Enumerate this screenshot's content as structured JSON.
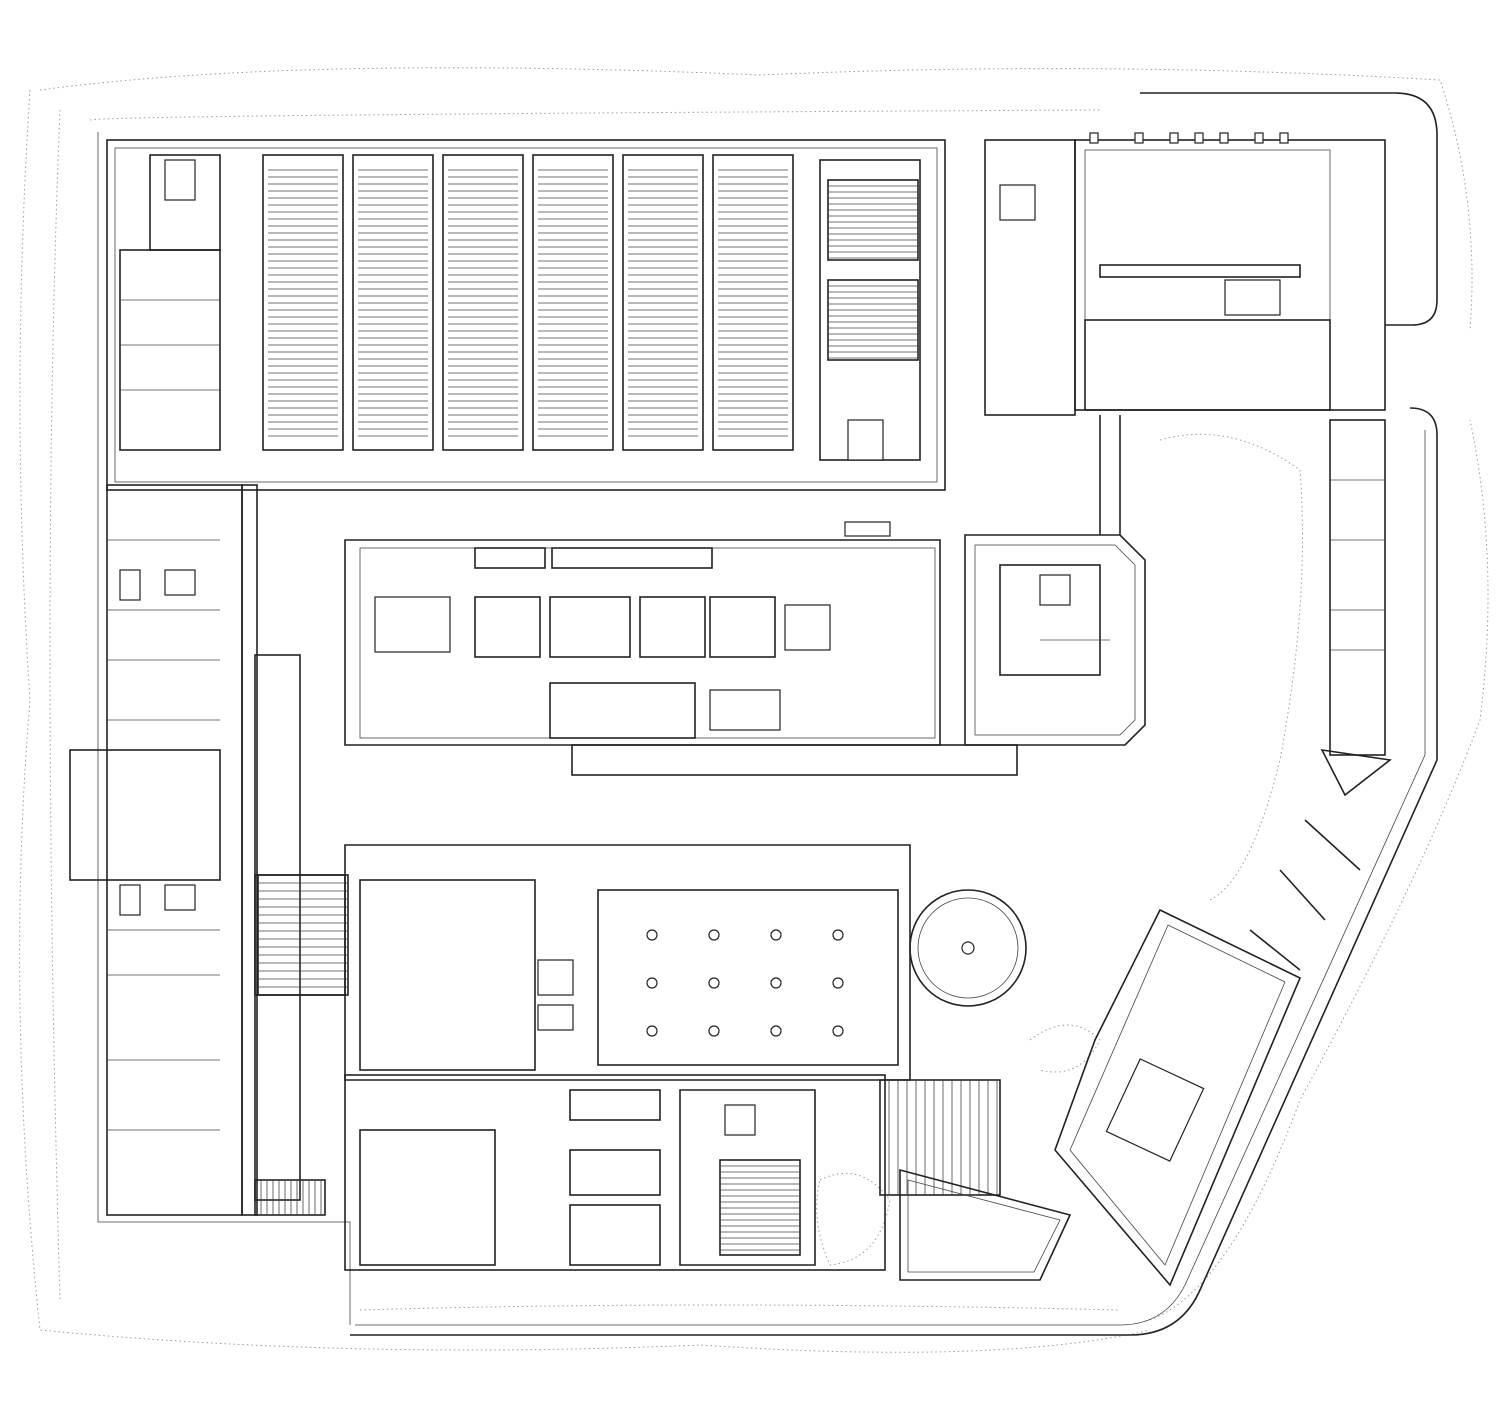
{
  "drawing": {
    "type": "architectural floor plan",
    "colors": {
      "line": "#222222",
      "thin_line": "#444444",
      "landscape_dots": "#9a9a9a",
      "background": "#ffffff"
    },
    "stack_columns": 6,
    "hall_columns": {
      "rows": 3,
      "cols": 4
    }
  }
}
